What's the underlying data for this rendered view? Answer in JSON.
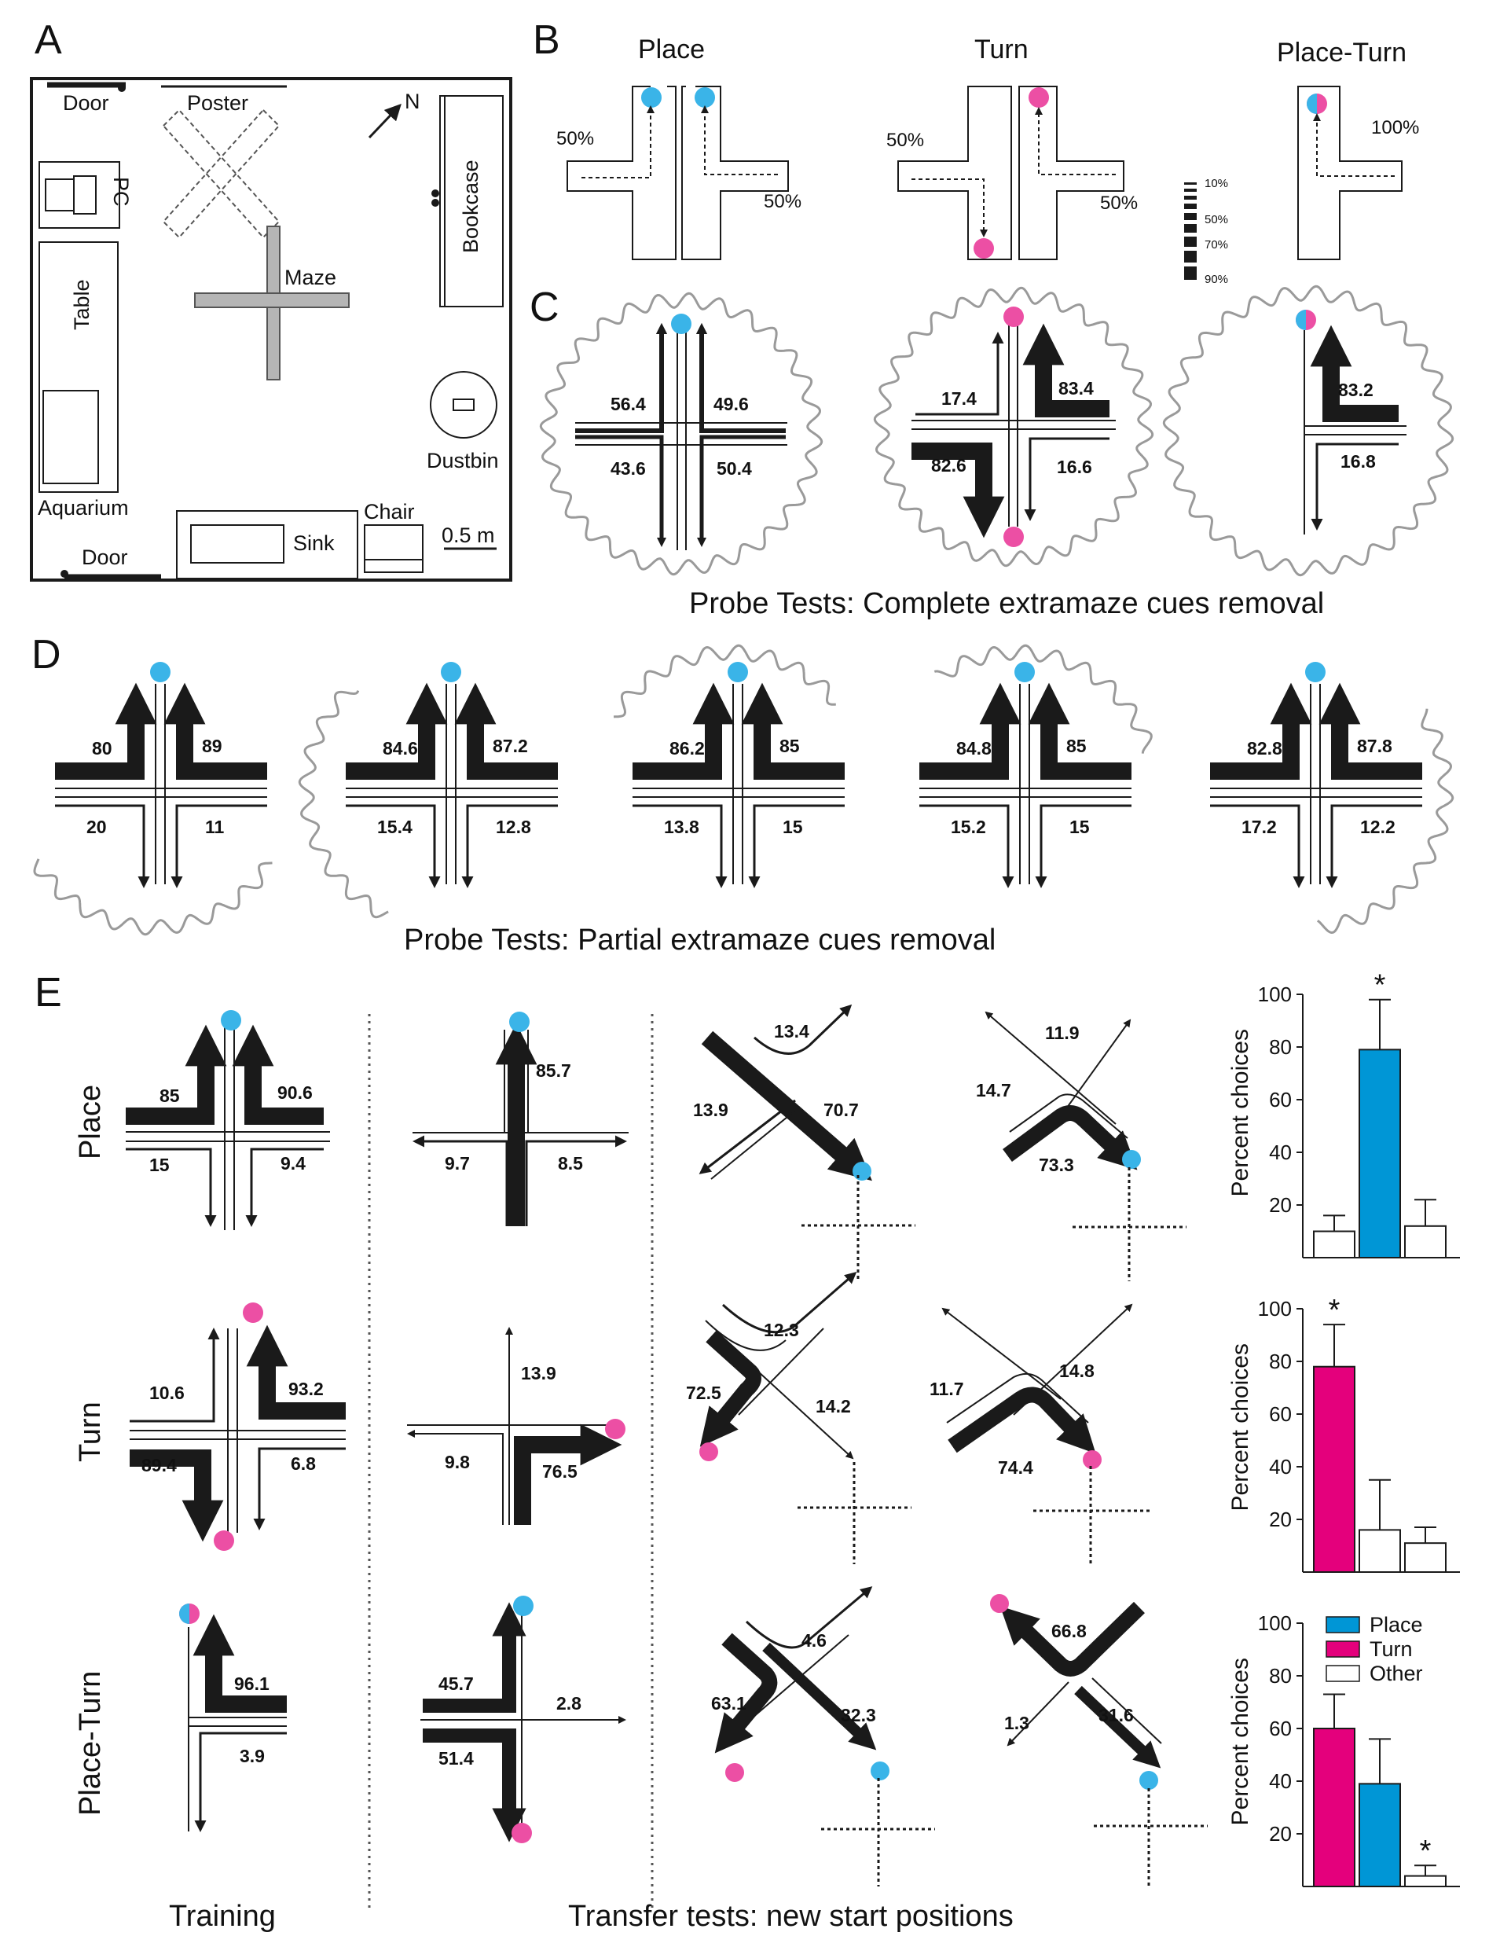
{
  "panels": {
    "A": "A",
    "B": "B",
    "C": "C",
    "D": "D",
    "E": "E"
  },
  "room": {
    "door_top": "Door",
    "poster": "Poster",
    "north": "N",
    "pc": "PC",
    "table": "Table",
    "maze": "Maze",
    "bookcase": "Bookcase",
    "dustbin": "Dustbin",
    "aquarium": "Aquarium",
    "door_bottom": "Door",
    "sink": "Sink",
    "chair": "Chair",
    "scale": "0.5 m"
  },
  "panelB": {
    "place_title": "Place",
    "turn_title": "Turn",
    "placeturn_title": "Place-Turn",
    "place_left": "50%",
    "place_right": "50%",
    "turn_left": "50%",
    "turn_right": "50%",
    "pt_pct": "100%",
    "scale_labels": [
      "10%",
      "50%",
      "70%",
      "90%"
    ]
  },
  "panelC": {
    "caption": "Probe Tests: Complete extramaze cues removal",
    "place": {
      "ul": "56.4",
      "ur": "49.6",
      "ll": "43.6",
      "lr": "50.4"
    },
    "turn": {
      "ul": "17.4",
      "ur": "83.4",
      "ll": "82.6",
      "lr": "16.6"
    },
    "pt": {
      "ur": "83.2",
      "lr": "16.8"
    }
  },
  "panelD": {
    "caption": "Probe Tests: Partial extramaze cues removal",
    "mazes": [
      {
        "ul": "80",
        "ur": "89",
        "ll": "20",
        "lr": "11"
      },
      {
        "ul": "84.6",
        "ur": "87.2",
        "ll": "15.4",
        "lr": "12.8"
      },
      {
        "ul": "86.2",
        "ur": "85",
        "ll": "13.8",
        "lr": "15"
      },
      {
        "ul": "84.8",
        "ur": "85",
        "ll": "15.2",
        "lr": "15"
      },
      {
        "ul": "82.8",
        "ur": "87.8",
        "ll": "17.2",
        "lr": "12.2"
      }
    ]
  },
  "panelE": {
    "rows": [
      "Place",
      "Turn",
      "Place-Turn"
    ],
    "training_label": "Training",
    "transfer_label": "Transfer tests: new start positions",
    "place": {
      "train": {
        "ul": "85",
        "ur": "90.6",
        "ll": "15",
        "lr": "9.4"
      },
      "t1": {
        "up": "85.7",
        "left": "9.7",
        "right": "8.5"
      },
      "t2": {
        "top": "13.4",
        "left": "13.9",
        "mid": "70.7"
      },
      "t3": {
        "top": "11.9",
        "left": "14.7",
        "mid": "73.3"
      }
    },
    "turn": {
      "train": {
        "ul": "10.6",
        "ur": "93.2",
        "ll": "89.4",
        "lr": "6.8"
      },
      "t1": {
        "up": "13.9",
        "left": "9.8",
        "right": "76.5"
      },
      "t2": {
        "top": "12.3",
        "left": "72.5",
        "mid": "14.2"
      },
      "t3": {
        "left": "11.7",
        "right": "14.8",
        "mid": "74.4"
      }
    },
    "placeturn": {
      "train": {
        "ur": "96.1",
        "lr": "3.9"
      },
      "t1": {
        "ul": "45.7",
        "ll": "51.4",
        "right": "2.8"
      },
      "t2": {
        "top": "4.6",
        "left": "63.1",
        "mid": "32.3"
      },
      "t3": {
        "top": "66.8",
        "left": "1.3",
        "mid": "31.6"
      }
    }
  },
  "chart_data": [
    {
      "type": "bar",
      "ylabel": "Percent choices",
      "ylim": [
        0,
        100
      ],
      "yticks": [
        "100",
        "80",
        "60",
        "40",
        "20"
      ],
      "values": [
        10,
        79,
        12
      ],
      "errors": [
        6,
        19,
        10
      ],
      "colors": [
        "#ffffff",
        "#0096d6",
        "#ffffff"
      ],
      "star": "*",
      "star_index": 1
    },
    {
      "type": "bar",
      "ylabel": "Percent choices",
      "ylim": [
        0,
        100
      ],
      "yticks": [
        "100",
        "80",
        "60",
        "40",
        "20"
      ],
      "values": [
        78,
        16,
        11
      ],
      "errors": [
        16,
        19,
        6
      ],
      "colors": [
        "#e4007c",
        "#ffffff",
        "#ffffff"
      ],
      "star": "*",
      "star_index": 0
    },
    {
      "type": "bar",
      "ylabel": "Percent choices",
      "ylim": [
        0,
        100
      ],
      "yticks": [
        "100",
        "80",
        "60",
        "40",
        "20"
      ],
      "values": [
        60,
        39,
        4
      ],
      "errors": [
        13,
        17,
        4
      ],
      "colors": [
        "#e4007c",
        "#0096d6",
        "#ffffff"
      ],
      "star": "*",
      "star_index": 2,
      "legend": [
        {
          "name": "Place",
          "color": "#0096d6"
        },
        {
          "name": "Turn",
          "color": "#e4007c"
        },
        {
          "name": "Other",
          "color": "#ffffff"
        }
      ]
    }
  ],
  "colors": {
    "place": "#3ab4e8",
    "turn": "#ec4fa4",
    "ink": "#1a1a1a",
    "cue": "#9a9a9a"
  }
}
